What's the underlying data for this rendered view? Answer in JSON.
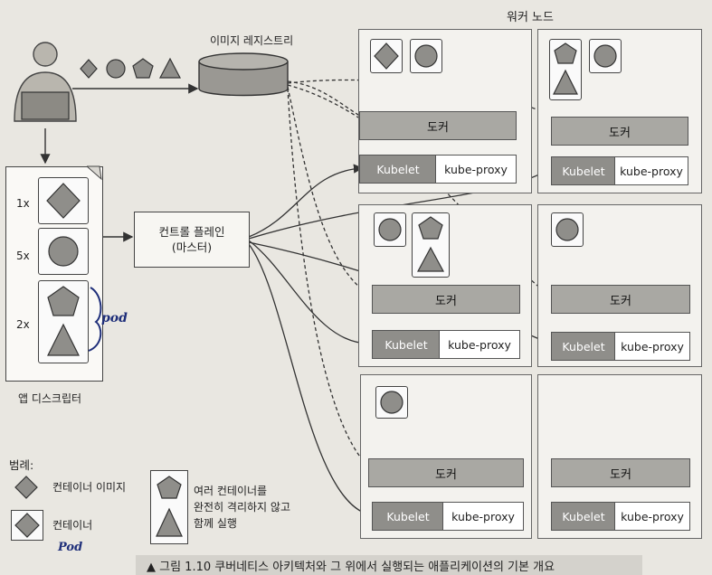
{
  "worker_node_label": "워커 노드",
  "registry_label": "이미지 레지스트리",
  "app_descriptor_label": "앱 디스크립터",
  "control_plane": {
    "line1": "컨트롤 플레인",
    "line2": "(마스터)"
  },
  "replicas": [
    "1x",
    "5x",
    "2x"
  ],
  "docker_label": "도커",
  "kubelet_label": "Kubelet",
  "proxy_label": "kube-proxy",
  "legend": {
    "title": "범례:",
    "container_image": "컨테이너 이미지",
    "container": "컨테이너",
    "multi_line1": "여러 컨테이너를",
    "multi_line2": "완전히 격리하지 않고",
    "multi_line3": "함께 실행"
  },
  "annotations": {
    "pod_note_1": "pod",
    "pod_note_2": "Pod"
  },
  "caption": "▲ 그림 1.10 쿠버네티스 아키텍처와 그 위에서 실행되는 애플리케이션의 기본 개요"
}
